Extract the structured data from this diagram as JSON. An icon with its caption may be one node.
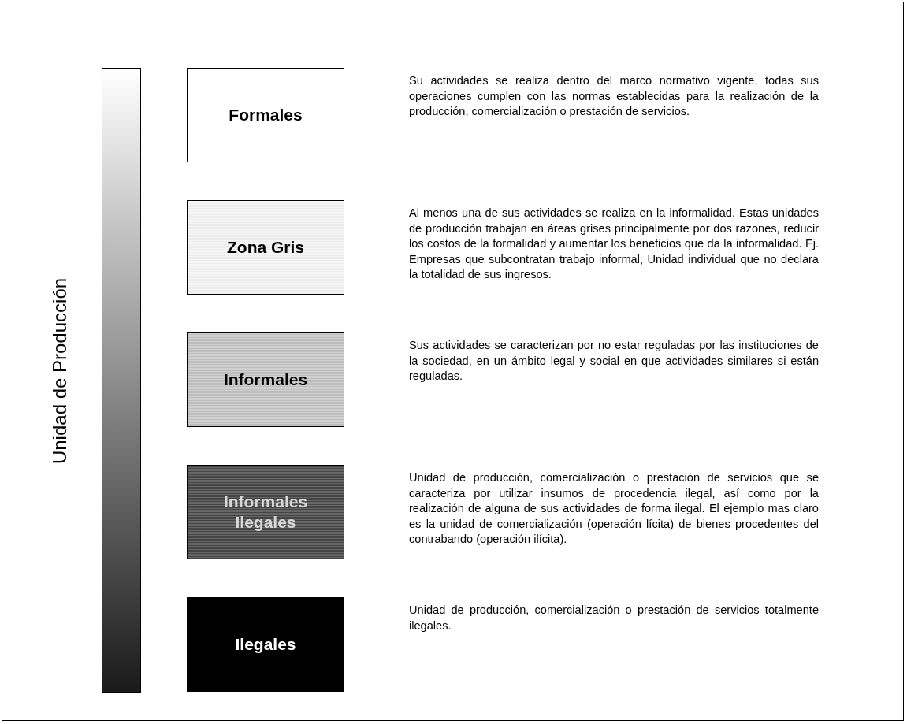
{
  "diagram": {
    "nodes": [
      {
        "text": [],
        "shape": "bar",
        "beside": [
          "Unidad de Producción"
        ]
      },
      {
        "text": [
          "Formales"
        ]
      },
      {
        "text": [
          "Zona Gris"
        ]
      },
      {
        "text": [
          "Informales"
        ]
      },
      {
        "text": [
          "Informales Ilegales"
        ]
      },
      {
        "text": [
          "Ilegales"
        ]
      }
    ],
    "labels": [
      "Su actividades se realiza dentro del marco normativo vigente, todas sus operaciones cumplen con las normas establecidas para la realización de la producción, comercialización o prestación de servicios.",
      "Al menos una de sus actividades se realiza en la informalidad. Estas unidades de producción trabajan en áreas grises principalmente por dos razones, reducir los costos de la formalidad y aumentar los beneficios que da la informalidad. Ej. Empresas que subcontratan trabajo informal, Unidad individual que no declara la totalidad de sus ingresos.",
      "Sus actividades se caracterizan por no estar reguladas por las instituciones de la sociedad, en un ámbito legal y social en que actividades similares si están reguladas.",
      "Unidad de producción, comercialización o prestación de servicios que se caracteriza por utilizar insumos de procedencia ilegal, así como por la realización de alguna de sus actividades de forma ilegal. El ejemplo mas claro es la unidad de comercialización (operación lícita) de bienes procedentes del contrabando (operación ilícita).",
      "Unidad de producción, comercialización o prestación de servicios totalmente ilegales."
    ]
  }
}
